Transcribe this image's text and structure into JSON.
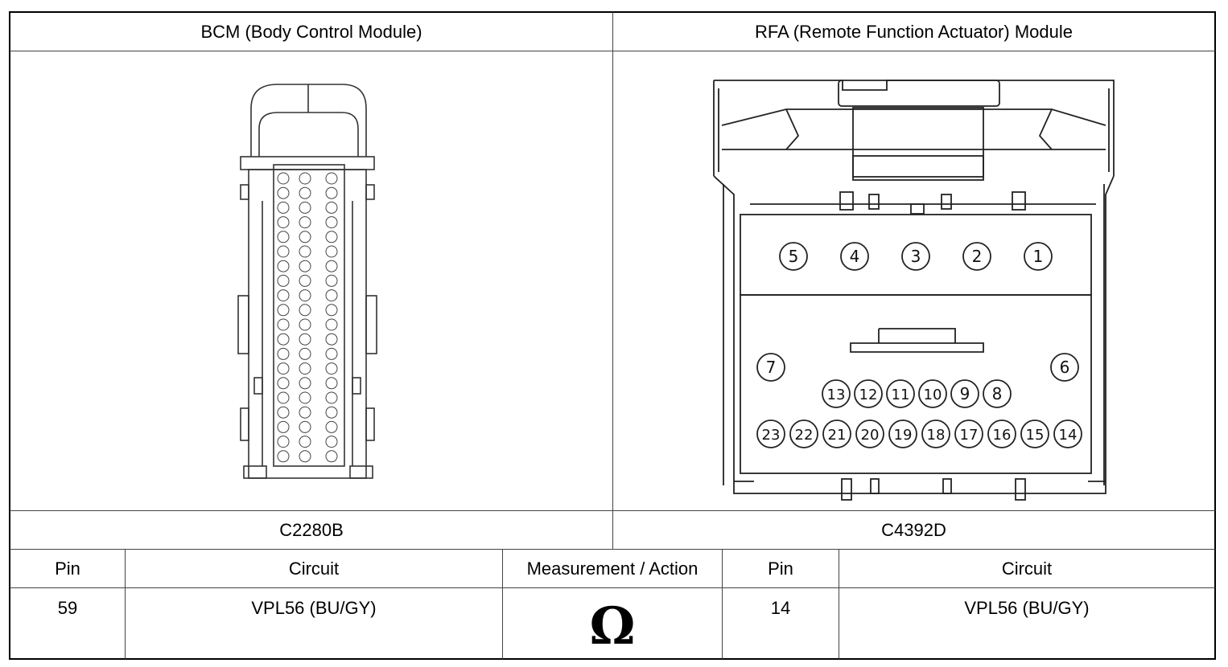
{
  "modules": {
    "left_title": "BCM (Body Control Module)",
    "right_title": "RFA (Remote Function Actuator) Module",
    "left_connector": "C2280B",
    "right_connector": "C4392D"
  },
  "table": {
    "headers": [
      "Pin",
      "Circuit",
      "Measurement / Action",
      "Pin",
      "Circuit"
    ],
    "row": {
      "pin_left": "59",
      "circuit_left": "VPL56 (BU/GY)",
      "measurement": "Ω",
      "pin_right": "14",
      "circuit_right": "VPL56 (BU/GY)"
    }
  },
  "rfa_pins": {
    "row1": [
      "5",
      "4",
      "3",
      "2",
      "1"
    ],
    "side_left": "7",
    "side_right": "6",
    "row2": [
      "13",
      "12",
      "11",
      "10",
      "9",
      "8"
    ],
    "row3": [
      "23",
      "22",
      "21",
      "20",
      "19",
      "18",
      "17",
      "16",
      "15",
      "14"
    ]
  },
  "icons": {
    "measurement_symbol": "ohm-symbol"
  }
}
